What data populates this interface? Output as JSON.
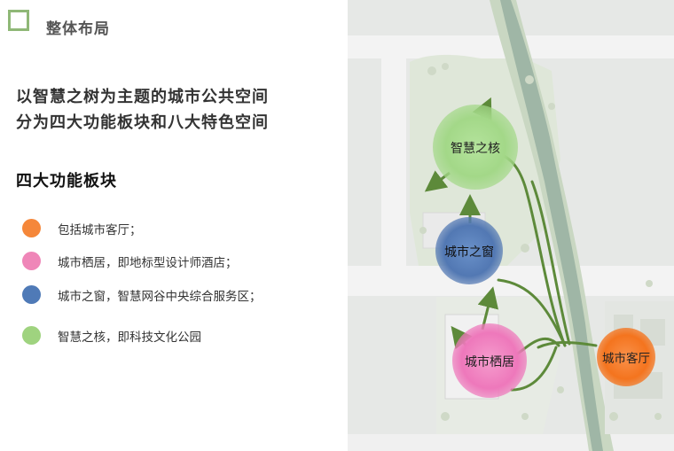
{
  "section": {
    "title": "整体布局"
  },
  "headline": {
    "line1": "以智慧之树为主题的城市公共空间",
    "line2": "分为四大功能板块和八大特色空间"
  },
  "modules": {
    "heading": "四大功能板块",
    "items": [
      {
        "text": "包括城市客厅；",
        "color": "#f5873a"
      },
      {
        "text": "城市栖居，即地标型设计师酒店；",
        "color": "#ef86b8"
      },
      {
        "text": "城市之窗，智慧网谷中央综合服务区；",
        "color": "#4f7ab7"
      },
      {
        "text": "智慧之核，即科技文化公园",
        "color": "#9fd37f"
      }
    ]
  },
  "map": {
    "nodes": {
      "core": {
        "label": "智慧之核",
        "color": "#a8dc8e"
      },
      "window": {
        "label": "城市之窗",
        "color": "#5b84bf"
      },
      "habitat": {
        "label": "城市栖居",
        "color": "#f07fc0"
      },
      "lounge": {
        "label": "城市客厅",
        "color": "#f77a25"
      }
    },
    "arrow_color": "#5d8a3a"
  }
}
